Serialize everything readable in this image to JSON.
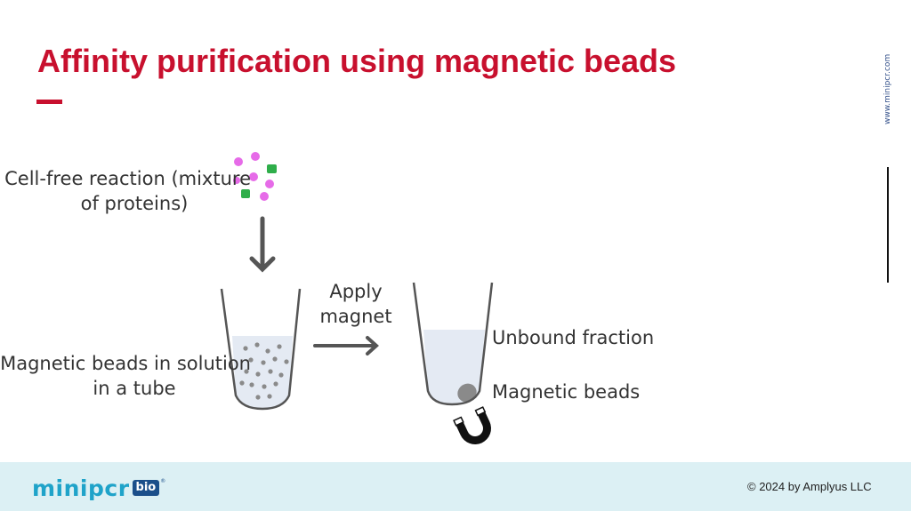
{
  "slide": {
    "title": "Affinity purification using magnetic beads",
    "side_url": "www.minipcr.com"
  },
  "diagram": {
    "label_reaction_line1": "Cell-free reaction (mixture",
    "label_reaction_line2": "of proteins)",
    "label_beads_line1": "Magnetic beads in solution",
    "label_beads_line2": "in a tube",
    "label_apply_line1": "Apply",
    "label_apply_line2": "magnet",
    "label_unbound": "Unbound fraction",
    "label_magnetic_beads": "Magnetic beads",
    "colors": {
      "protein_pink": "#e66be8",
      "protein_green": "#2fae4a",
      "arrow": "#555555",
      "liquid": "#e4eaf3",
      "bead": "#8a8a8a"
    }
  },
  "footer": {
    "logo_text": "minipcr",
    "logo_badge": "bio",
    "logo_mark": "®",
    "copyright": "© 2024 by Amplyus LLC"
  }
}
